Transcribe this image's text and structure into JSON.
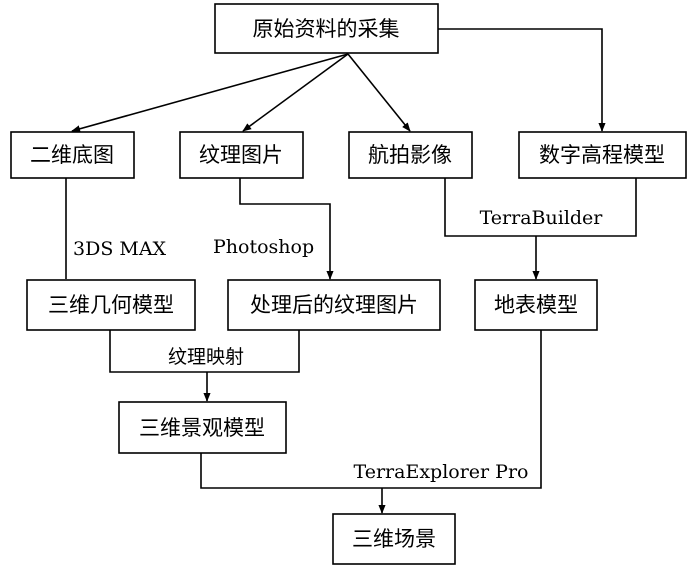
{
  "nodes": {
    "source": "原始资料的采集",
    "base_map": "二维底图",
    "texture": "纹理图片",
    "aerial": "航拍影像",
    "dem": "数字高程模型",
    "geometry_model": "三维几何模型",
    "processed_texture": "处理后的纹理图片",
    "terrain_model": "地表模型",
    "landscape_model": "三维景观模型",
    "scene": "三维场景"
  },
  "edge_labels": {
    "max": "3DS MAX",
    "photoshop": "Photoshop",
    "terrabuilder": "TerraBuilder",
    "texture_mapping": "纹理映射",
    "terraexplorer": "TerraExplorer Pro"
  },
  "colors": {
    "line": "#000000",
    "box_fill": "#ffffff",
    "text": "#000000"
  }
}
